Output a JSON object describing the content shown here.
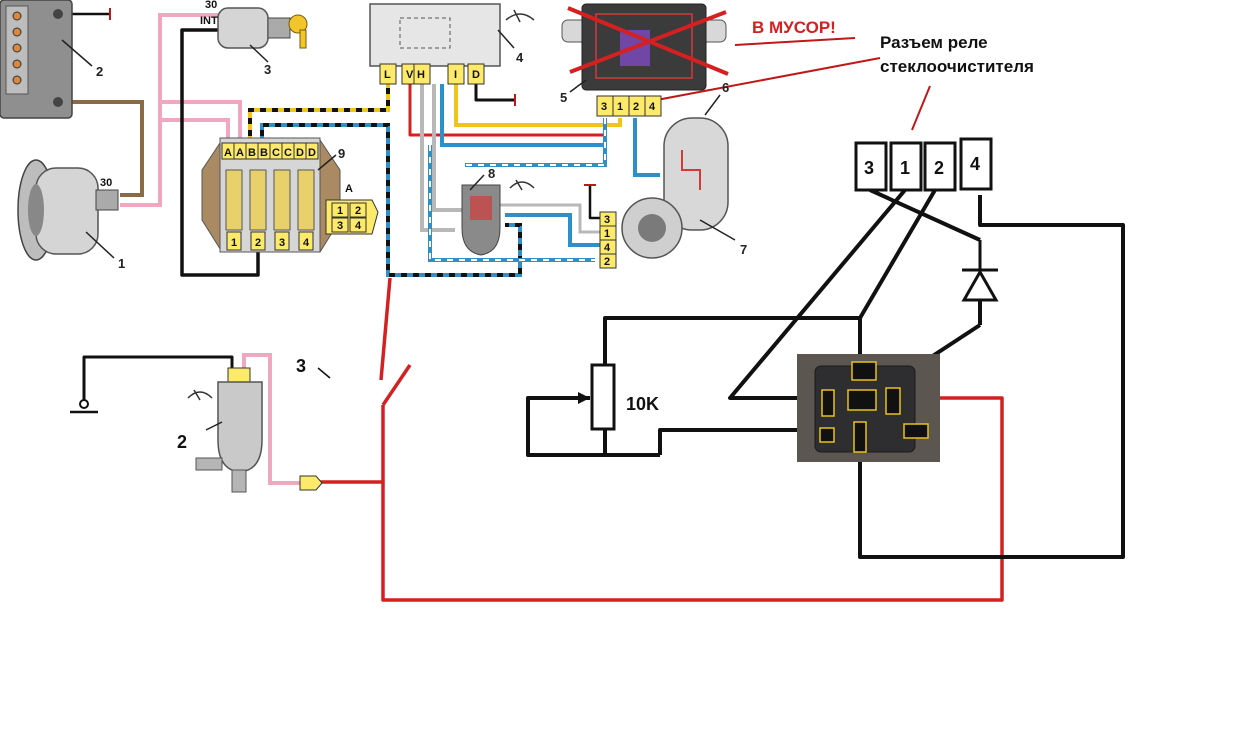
{
  "callouts": {
    "trash": "В МУСОР!",
    "relay_connector": "Разъем реле\nстеклоочистителя",
    "resistor": "10K",
    "switch_number": "3",
    "pump_number": "2"
  },
  "part_numbers": [
    "1",
    "2",
    "3",
    "4",
    "5",
    "6",
    "7",
    "8",
    "9"
  ],
  "ignition": {
    "label_30": "30",
    "label_int": "INT"
  },
  "alternator": {
    "label_30": "30"
  },
  "fuse_block": {
    "top_labels": [
      "A",
      "A",
      "B",
      "B",
      "C",
      "C",
      "D",
      "D"
    ],
    "bottom_labels": [
      "1",
      "2",
      "3",
      "4"
    ],
    "detail_title": "A",
    "detail_cells": [
      "1",
      "2",
      "3",
      "4"
    ]
  },
  "wiper_switch": {
    "pins": [
      "L",
      "V",
      "H",
      "I",
      "D"
    ]
  },
  "relay_pins": [
    "3",
    "1",
    "2",
    "4"
  ],
  "motor_connector_pins": [
    "3",
    "1",
    "4",
    "2"
  ],
  "connector_boxes": [
    "3",
    "1",
    "2",
    "4"
  ],
  "colors": {
    "red_wire": "#d42020",
    "pink_wire": "#f0a7c0",
    "brown_wire": "#8b6b46",
    "blue_wire": "#2f8fc9",
    "yellow_wire": "#f0c419",
    "connector_yellow": "#fde96a"
  },
  "icons": [
    "battery-icon",
    "alternator-icon",
    "ignition-switch-icon",
    "key-icon",
    "wiper-switch-icon",
    "relay-icon",
    "wiper-motor-icon",
    "washer-switch-icon",
    "washer-pump-icon",
    "diode-icon",
    "potentiometer-icon",
    "relay-photo-icon",
    "wiper-symbol-icon"
  ]
}
